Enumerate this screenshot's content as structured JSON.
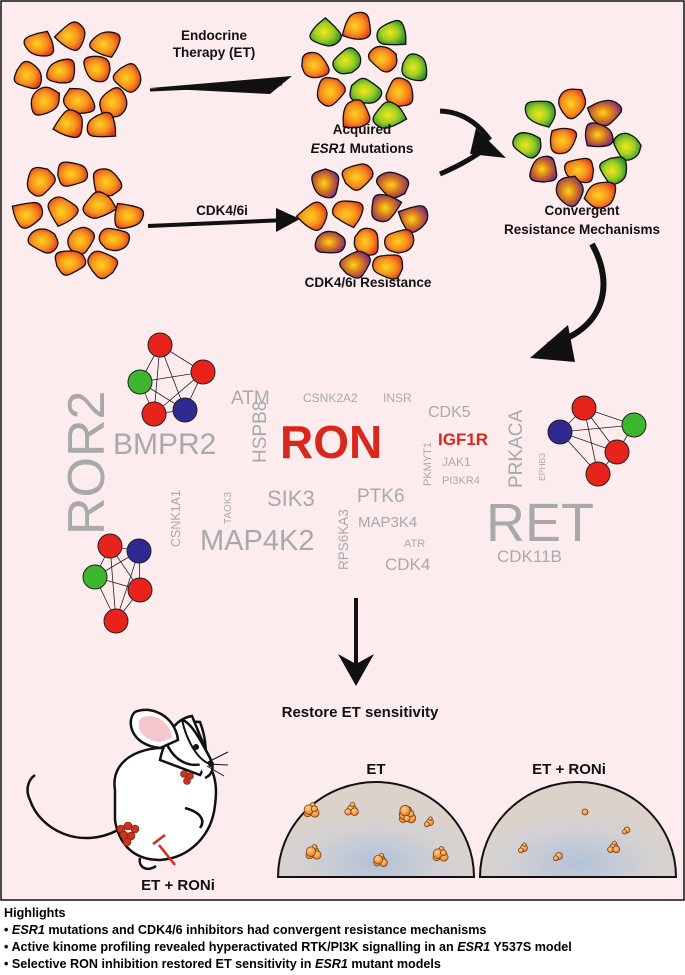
{
  "top": {
    "et_label_1": "Endocrine",
    "et_label_2": "Therapy (ET)",
    "acquired_1": "Acquired",
    "acquired_2_italic": "ESR1",
    "acquired_2_rest": " Mutations",
    "cdk_arrow_label": "CDK4/6i",
    "cdk_resistance": "CDK4/6i Resistance",
    "convergent_1": "Convergent",
    "convergent_2": "Resistance Mechanisms"
  },
  "kinases": {
    "ron": "RON",
    "igf1r": "IGF1R",
    "ror2": "ROR2",
    "bmpr2": "BMPR2",
    "atm": "ATM",
    "hspb8": "HSPB8",
    "csnk2a2": "CSNK2A2",
    "insr": "INSR",
    "cdk5": "CDK5",
    "prkaca": "PRKACA",
    "ephb3": "EPHB3",
    "pkmyt1": "PKMYT1",
    "jak1": "JAK1",
    "pi3kr4": "PI3KR4",
    "csnk1a1": "CSNK1A1",
    "taok3": "TAOK3",
    "sik3": "SIK3",
    "ptk6": "PTK6",
    "rps6ka3": "RPS6KA3",
    "map3k4": "MAP3K4",
    "atr": "ATR",
    "cdk4": "CDK4",
    "map4k2": "MAP4K2",
    "ret": "RET",
    "cdk11b": "CDK11B"
  },
  "bottom": {
    "restore": "Restore ET sensitivity",
    "et_dish": "ET",
    "et_roni_dish": "ET + RONi",
    "mouse_label": "ET + RONi"
  },
  "highlights": {
    "title": "Highlights",
    "items": [
      {
        "pre": "• ",
        "italic": "ESR1",
        "post": " mutations and CDK4/6 inhibitors had convergent resistance mechanisms"
      },
      {
        "pre": "• Active kinome profiling revealed hyperactivated RTK/PI3K signalling in an ",
        "italic": "ESR1",
        "post": " Y537S model"
      },
      {
        "pre": "• Selective RON inhibition restored ET sensitivity in ",
        "italic": "ESR1",
        "post": " mutant models"
      }
    ]
  },
  "colors": {
    "panel_bg": "#fcecee",
    "kinase_gray": "#a9a9a9",
    "highlight_red": "#d8281e",
    "node_red": "#e8231c",
    "node_green": "#3db52d",
    "node_blue": "#2e2a8f",
    "dish_fill": "#ddd3cc",
    "dish_center": "#b8c4d6"
  }
}
